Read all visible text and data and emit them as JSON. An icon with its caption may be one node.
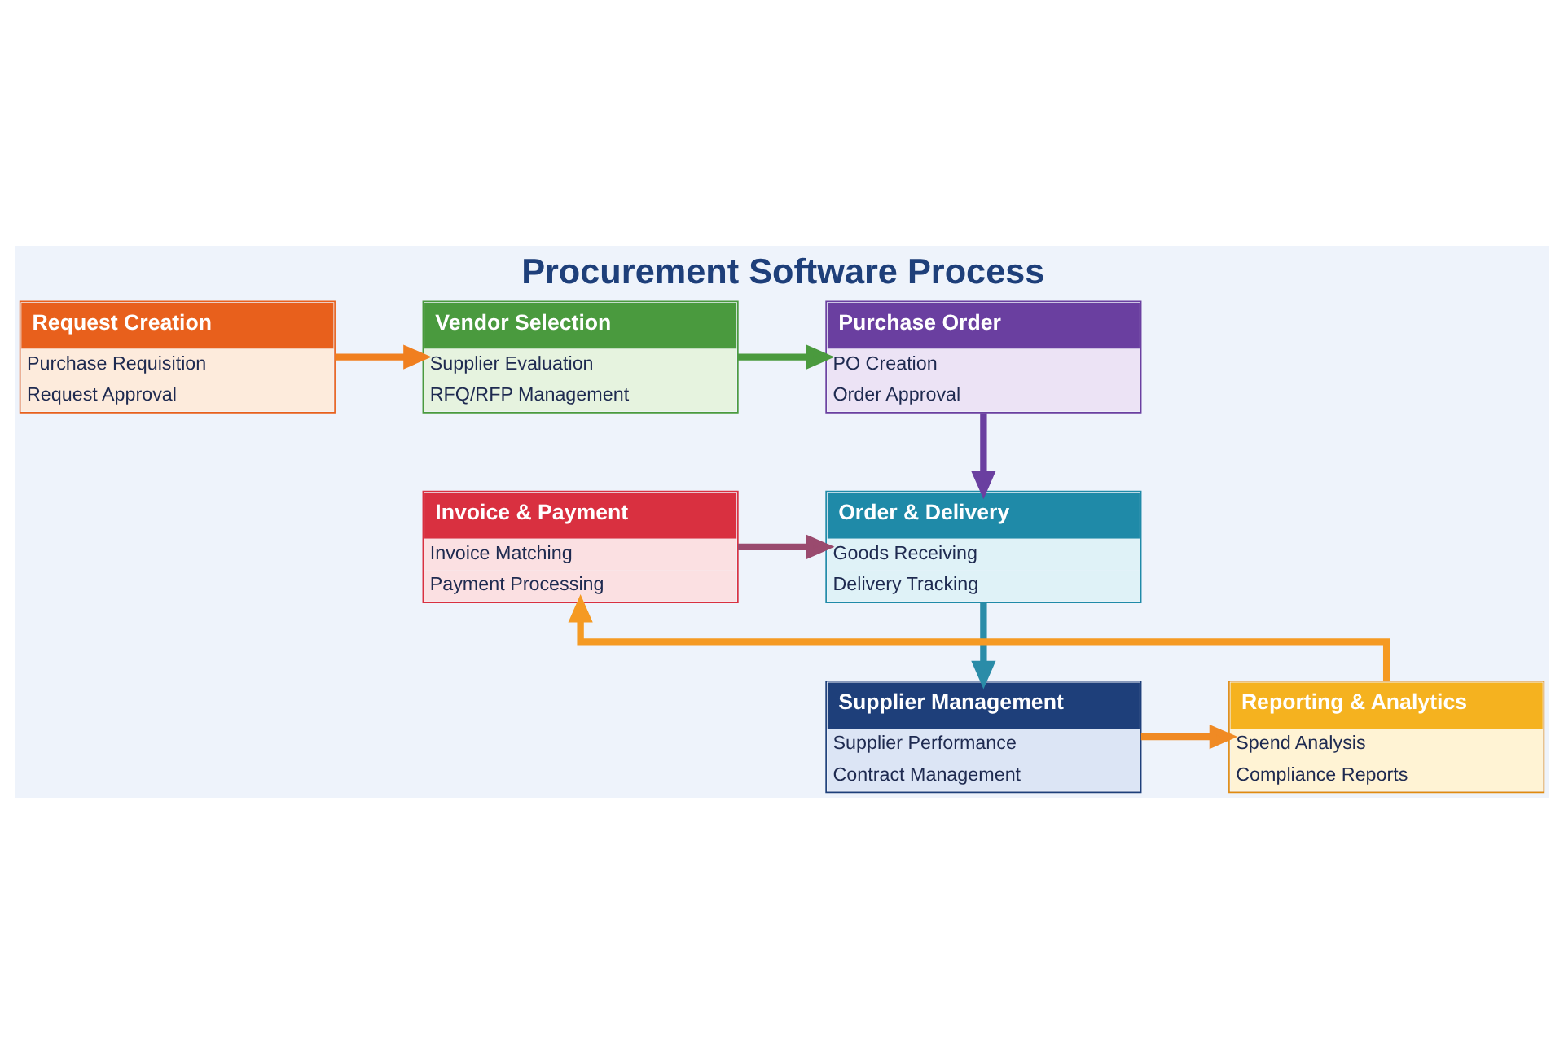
{
  "diagram": {
    "title": "Procurement Software Process",
    "nodes": [
      {
        "text": [
          "Request Creation",
          "Purchase Requisition",
          "Request Approval"
        ]
      },
      {
        "text": [
          "Vendor Selection",
          "Supplier Evaluation",
          "RFQ/RFP Management"
        ]
      },
      {
        "text": [
          "Purchase Order",
          "PO Creation",
          "Order Approval"
        ]
      },
      {
        "text": [
          "Invoice & Payment",
          "Invoice Matching",
          "Payment Processing"
        ]
      },
      {
        "text": [
          "Order & Delivery",
          "Goods Receiving",
          "Delivery Tracking"
        ]
      },
      {
        "text": [
          "Reporting & Analytics",
          "Spend Analysis",
          "Compliance Reports"
        ]
      },
      {
        "text": [
          "Supplier Management",
          "Supplier Performance",
          "Contract Management"
        ]
      }
    ],
    "edges": [
      {
        "from": 0,
        "to": 1,
        "arrow": "to",
        "color": "#f07f1f"
      },
      {
        "from": 1,
        "to": 2,
        "arrow": "to",
        "color": "#4a9a3e"
      },
      {
        "from": 2,
        "to": 4,
        "arrow": "to",
        "color": "#6a3fa0"
      },
      {
        "from": 3,
        "to": 4,
        "arrow": "to",
        "color": "#9a4a6e"
      },
      {
        "from": 4,
        "to": 6,
        "arrow": "to",
        "color": "#2a8ca8"
      },
      {
        "from": 6,
        "to": 5,
        "arrow": "to",
        "color": "#f08a24"
      },
      {
        "from": 5,
        "to": 3,
        "arrow": "to",
        "color": "#f59a23"
      }
    ]
  }
}
